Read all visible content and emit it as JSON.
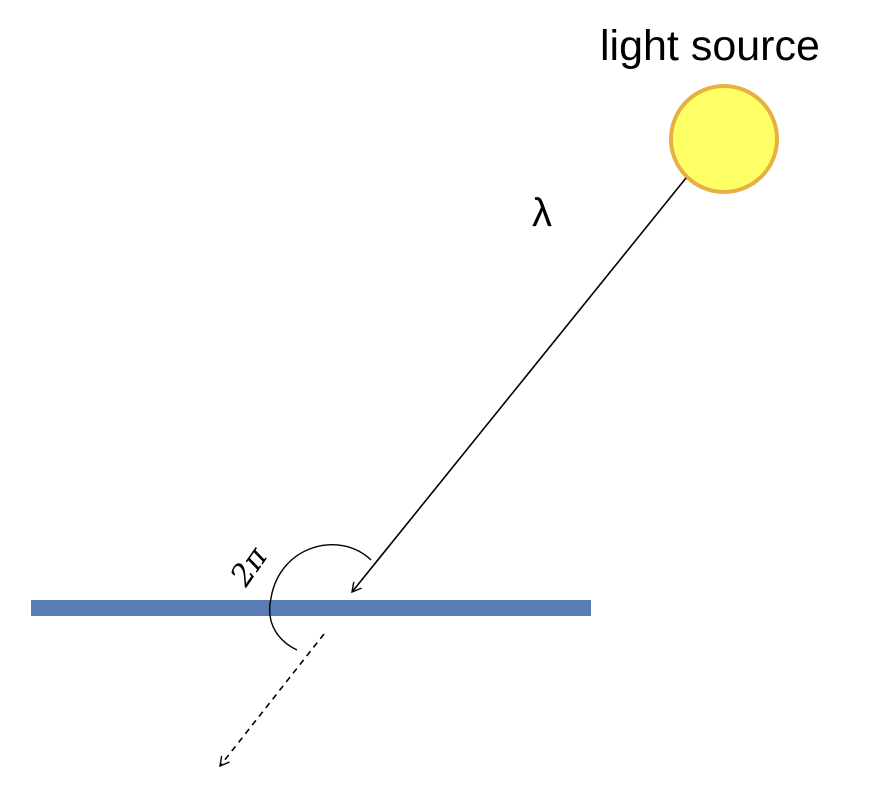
{
  "diagram": {
    "source_label": "light source",
    "wavelength_symbol": "λ",
    "angle_label": "2π"
  },
  "colors": {
    "background": "#ffffff",
    "sun_fill": "#ffff66",
    "sun_stroke": "#e8b040",
    "surface": "#5b7db5",
    "ray": "#000000"
  }
}
